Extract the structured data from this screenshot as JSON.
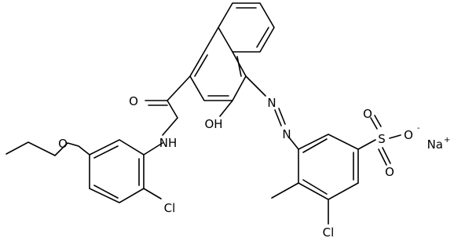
{
  "molecule": {
    "atom_labels": {
      "carbonyl_o": "O",
      "amide_n": "NH",
      "ether_o": "O",
      "aryl_cl": "Cl",
      "hydroxyl": "OH",
      "azo_n1": "N",
      "azo_n2": "N",
      "sulfonate_s": "S",
      "sulfonate_o_top": "O",
      "sulfonate_o_minus": "O",
      "sulfonate_o_bottom": "O",
      "bottom_cl": "Cl",
      "sodium": "Na"
    },
    "charges": {
      "oxide": "-",
      "sodium": "+"
    }
  }
}
